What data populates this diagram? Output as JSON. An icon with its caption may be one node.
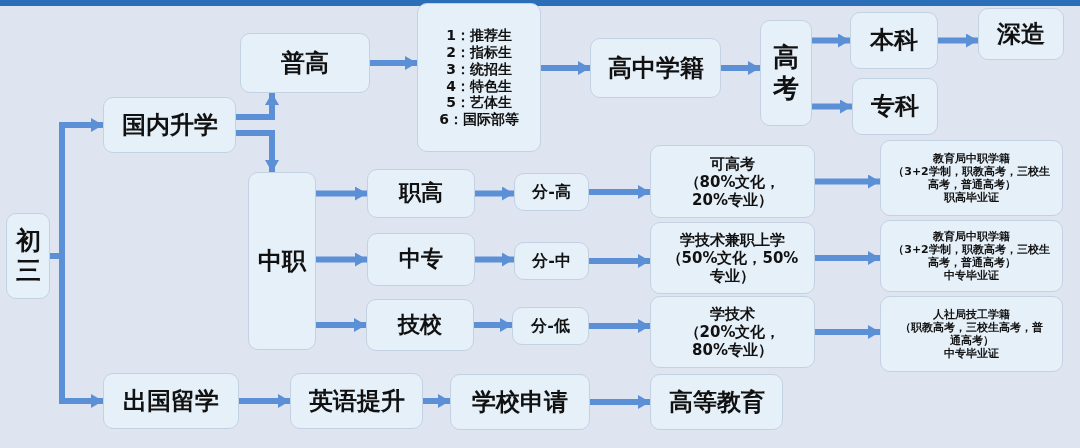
{
  "diagram": {
    "nodes": [
      {
        "text": [
          "初三"
        ]
      },
      {
        "text": [
          "国内升学"
        ]
      },
      {
        "text": [
          "普高"
        ]
      },
      {
        "text": [
          "1：推荐生",
          "2：指标生",
          "3：统招生",
          "4：特色生",
          "5：艺体生",
          "6：国际部等"
        ]
      },
      {
        "text": [
          "高中学籍"
        ]
      },
      {
        "text": [
          "高考"
        ]
      },
      {
        "text": [
          "本科"
        ]
      },
      {
        "text": [
          "深造"
        ]
      },
      {
        "text": [
          "专科"
        ]
      },
      {
        "text": [
          "中职"
        ]
      },
      {
        "text": [
          "职高"
        ]
      },
      {
        "text": [
          "中专"
        ]
      },
      {
        "text": [
          "技校"
        ]
      },
      {
        "text": [
          "分-高"
        ]
      },
      {
        "text": [
          "分-中"
        ]
      },
      {
        "text": [
          "分-低"
        ]
      },
      {
        "text": [
          "可高考",
          "（80%文化，20%专业）"
        ]
      },
      {
        "text": [
          "学技术兼职上学（50%文化，50%专业）"
        ]
      },
      {
        "text": [
          "学技术",
          "（20%文化，80%专业）"
        ]
      },
      {
        "text": [
          "教育局中职学籍",
          "（3+2学制，职教高考，三校生高考，普通高考）",
          "职高毕业证"
        ]
      },
      {
        "text": [
          "教育局中职学籍",
          "（3+2学制，职教高考，三校生高考，普通高考）",
          "中专毕业证"
        ]
      },
      {
        "text": [
          "人社局技工学籍",
          "（职教高考，三校生高考，普通高考）",
          "中专毕业证"
        ]
      },
      {
        "text": [
          "出国留学"
        ]
      },
      {
        "text": [
          "英语提升"
        ]
      },
      {
        "text": [
          "学校申请"
        ]
      },
      {
        "text": [
          "高等教育"
        ]
      }
    ],
    "edges": [
      {
        "from": 0,
        "to": 1,
        "arrow": "to"
      },
      {
        "from": 0,
        "to": 22,
        "arrow": "to"
      },
      {
        "from": 1,
        "to": 2,
        "arrow": "to"
      },
      {
        "from": 1,
        "to": 9,
        "arrow": "to"
      },
      {
        "from": 2,
        "to": 3,
        "arrow": "to"
      },
      {
        "from": 3,
        "to": 4,
        "arrow": "to"
      },
      {
        "from": 4,
        "to": 5,
        "arrow": "to"
      },
      {
        "from": 5,
        "to": 6,
        "arrow": "to"
      },
      {
        "from": 5,
        "to": 8,
        "arrow": "to"
      },
      {
        "from": 6,
        "to": 7,
        "arrow": "to"
      },
      {
        "from": 9,
        "to": 10,
        "arrow": "to"
      },
      {
        "from": 9,
        "to": 11,
        "arrow": "to"
      },
      {
        "from": 9,
        "to": 12,
        "arrow": "to"
      },
      {
        "from": 10,
        "to": 13,
        "arrow": "to"
      },
      {
        "from": 11,
        "to": 14,
        "arrow": "to"
      },
      {
        "from": 12,
        "to": 15,
        "arrow": "to"
      },
      {
        "from": 13,
        "to": 16,
        "arrow": "to"
      },
      {
        "from": 14,
        "to": 17,
        "arrow": "to"
      },
      {
        "from": 15,
        "to": 18,
        "arrow": "to"
      },
      {
        "from": 16,
        "to": 19,
        "arrow": "to"
      },
      {
        "from": 17,
        "to": 20,
        "arrow": "to"
      },
      {
        "from": 18,
        "to": 21,
        "arrow": "to"
      },
      {
        "from": 22,
        "to": 23,
        "arrow": "to"
      },
      {
        "from": 23,
        "to": 24,
        "arrow": "to"
      },
      {
        "from": 24,
        "to": 25,
        "arrow": "to"
      }
    ]
  }
}
